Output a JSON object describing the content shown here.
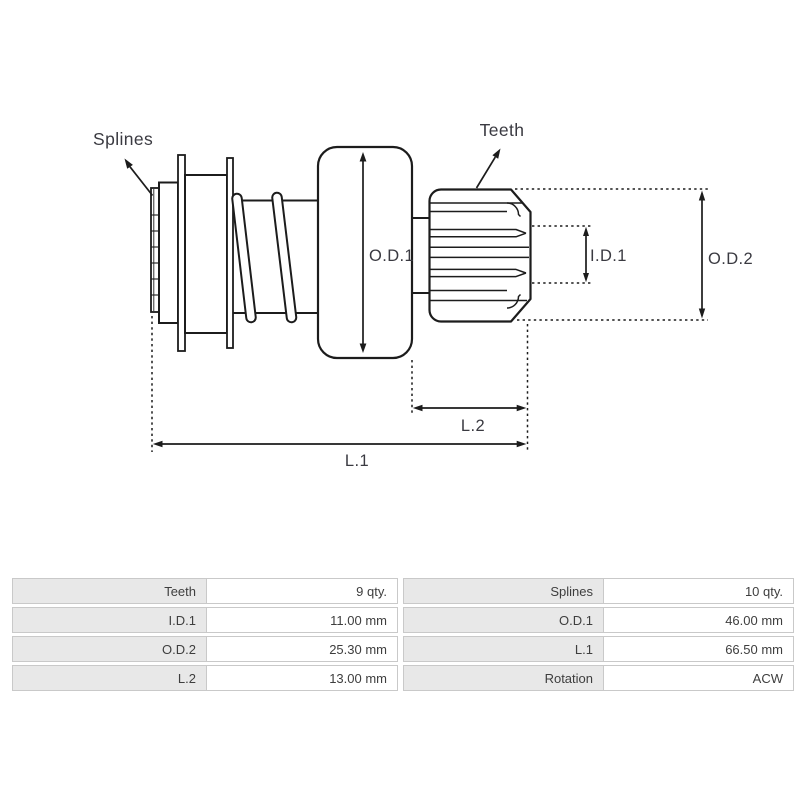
{
  "diagram": {
    "labels": {
      "splines": "Splines",
      "teeth": "Teeth",
      "od1": "O.D.1",
      "id1": "I.D.1",
      "od2": "O.D.2",
      "l2": "L.2",
      "l1": "L.1"
    }
  },
  "table": {
    "rows": [
      {
        "c1": "Teeth",
        "c2": "9 qty.",
        "c3": "Splines",
        "c4": "10 qty."
      },
      {
        "c1": "I.D.1",
        "c2": "11.00 mm",
        "c3": "O.D.1",
        "c4": "46.00 mm"
      },
      {
        "c1": "O.D.2",
        "c2": "25.30 mm",
        "c3": "L.1",
        "c4": "66.50 mm"
      },
      {
        "c1": "L.2",
        "c2": "13.00 mm",
        "c3": "Rotation",
        "c4": "ACW"
      }
    ]
  },
  "colors": {
    "line": "#1c1c1c",
    "label_text": "#3a3a41",
    "table_label_bg": "#e8e8e8",
    "table_border": "#c9c9c9",
    "table_text": "#3e3e3e",
    "background": "#ffffff"
  }
}
